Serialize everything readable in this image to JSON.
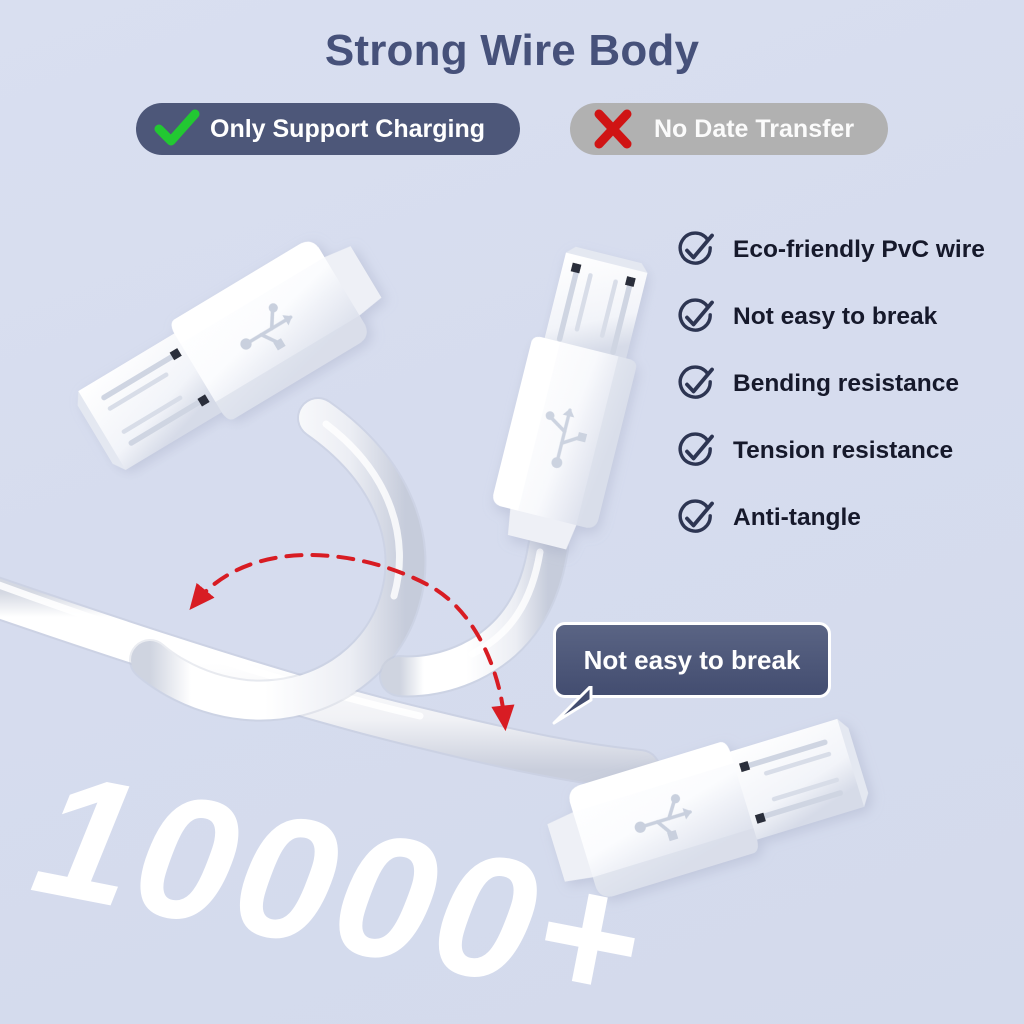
{
  "page": {
    "title": "Strong Wire Body",
    "background_color": "#d8deef",
    "title_color": "#46517a"
  },
  "badges": [
    {
      "label": "Only Support Charging",
      "icon": "green-check-icon",
      "icon_color": "#22c832",
      "background_color": "#4d5779",
      "text_color": "#ffffff"
    },
    {
      "label": "No Date Transfer",
      "icon": "red-cross-icon",
      "icon_color": "#d01414",
      "background_color": "#b1b1b1",
      "text_color": "#fbfbfb"
    }
  ],
  "features": {
    "icon": "circle-check-icon",
    "icon_color": "#2d3552",
    "text_color": "#16192b",
    "items": [
      {
        "label": "Eco-friendly PvC wire"
      },
      {
        "label": "Not easy to break"
      },
      {
        "label": "Bending resistance"
      },
      {
        "label": "Tension resistance"
      },
      {
        "label": "Anti-tangle"
      }
    ]
  },
  "callout": {
    "label": "Not easy to break",
    "background_color": "#4a5476",
    "border_color": "#ffffff",
    "text_color": "#ffffff"
  },
  "watermark": {
    "text": "10000+",
    "color": "#ffffff"
  },
  "annotation": {
    "bend_arrow_color": "#d81c23",
    "bend_arrow_style": "dashed-double-arrow"
  },
  "product": {
    "cable_color": "#ffffff",
    "connector_logo": "usb-trident-icon",
    "connector_count": 3,
    "connector_type": "micro-usb"
  }
}
